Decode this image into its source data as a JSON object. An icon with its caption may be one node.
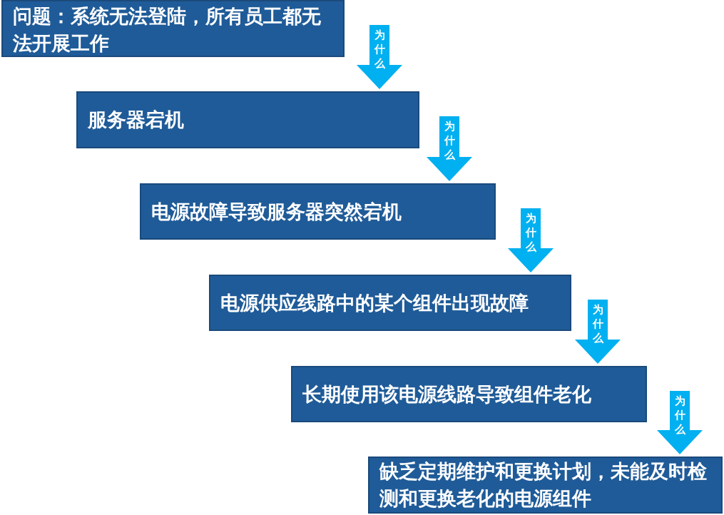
{
  "diagram": {
    "nodes": [
      {
        "text": [
          "问题：系统无法登陆，所有员工都无法开展工作"
        ]
      },
      {
        "text": [
          "服务器宕机"
        ]
      },
      {
        "text": [
          "电源故障导致服务器突然宕机"
        ]
      },
      {
        "text": [
          "电源供应线路中的某个组件出现故障"
        ]
      },
      {
        "text": [
          "长期使用该电源线路导致组件老化"
        ]
      },
      {
        "text": [
          "缺乏定期维护和更换计划，未能及时检测和更换老化的电源组件"
        ]
      }
    ],
    "edges": [
      {
        "from": 0,
        "to": 1,
        "arrow": "to",
        "label": "为什么"
      },
      {
        "from": 1,
        "to": 2,
        "arrow": "to",
        "label": "为什么"
      },
      {
        "from": 2,
        "to": 3,
        "arrow": "to",
        "label": "为什么"
      },
      {
        "from": 3,
        "to": 4,
        "arrow": "to",
        "label": "为什么"
      },
      {
        "from": 4,
        "to": 5,
        "arrow": "to",
        "label": "为什么"
      }
    ]
  }
}
